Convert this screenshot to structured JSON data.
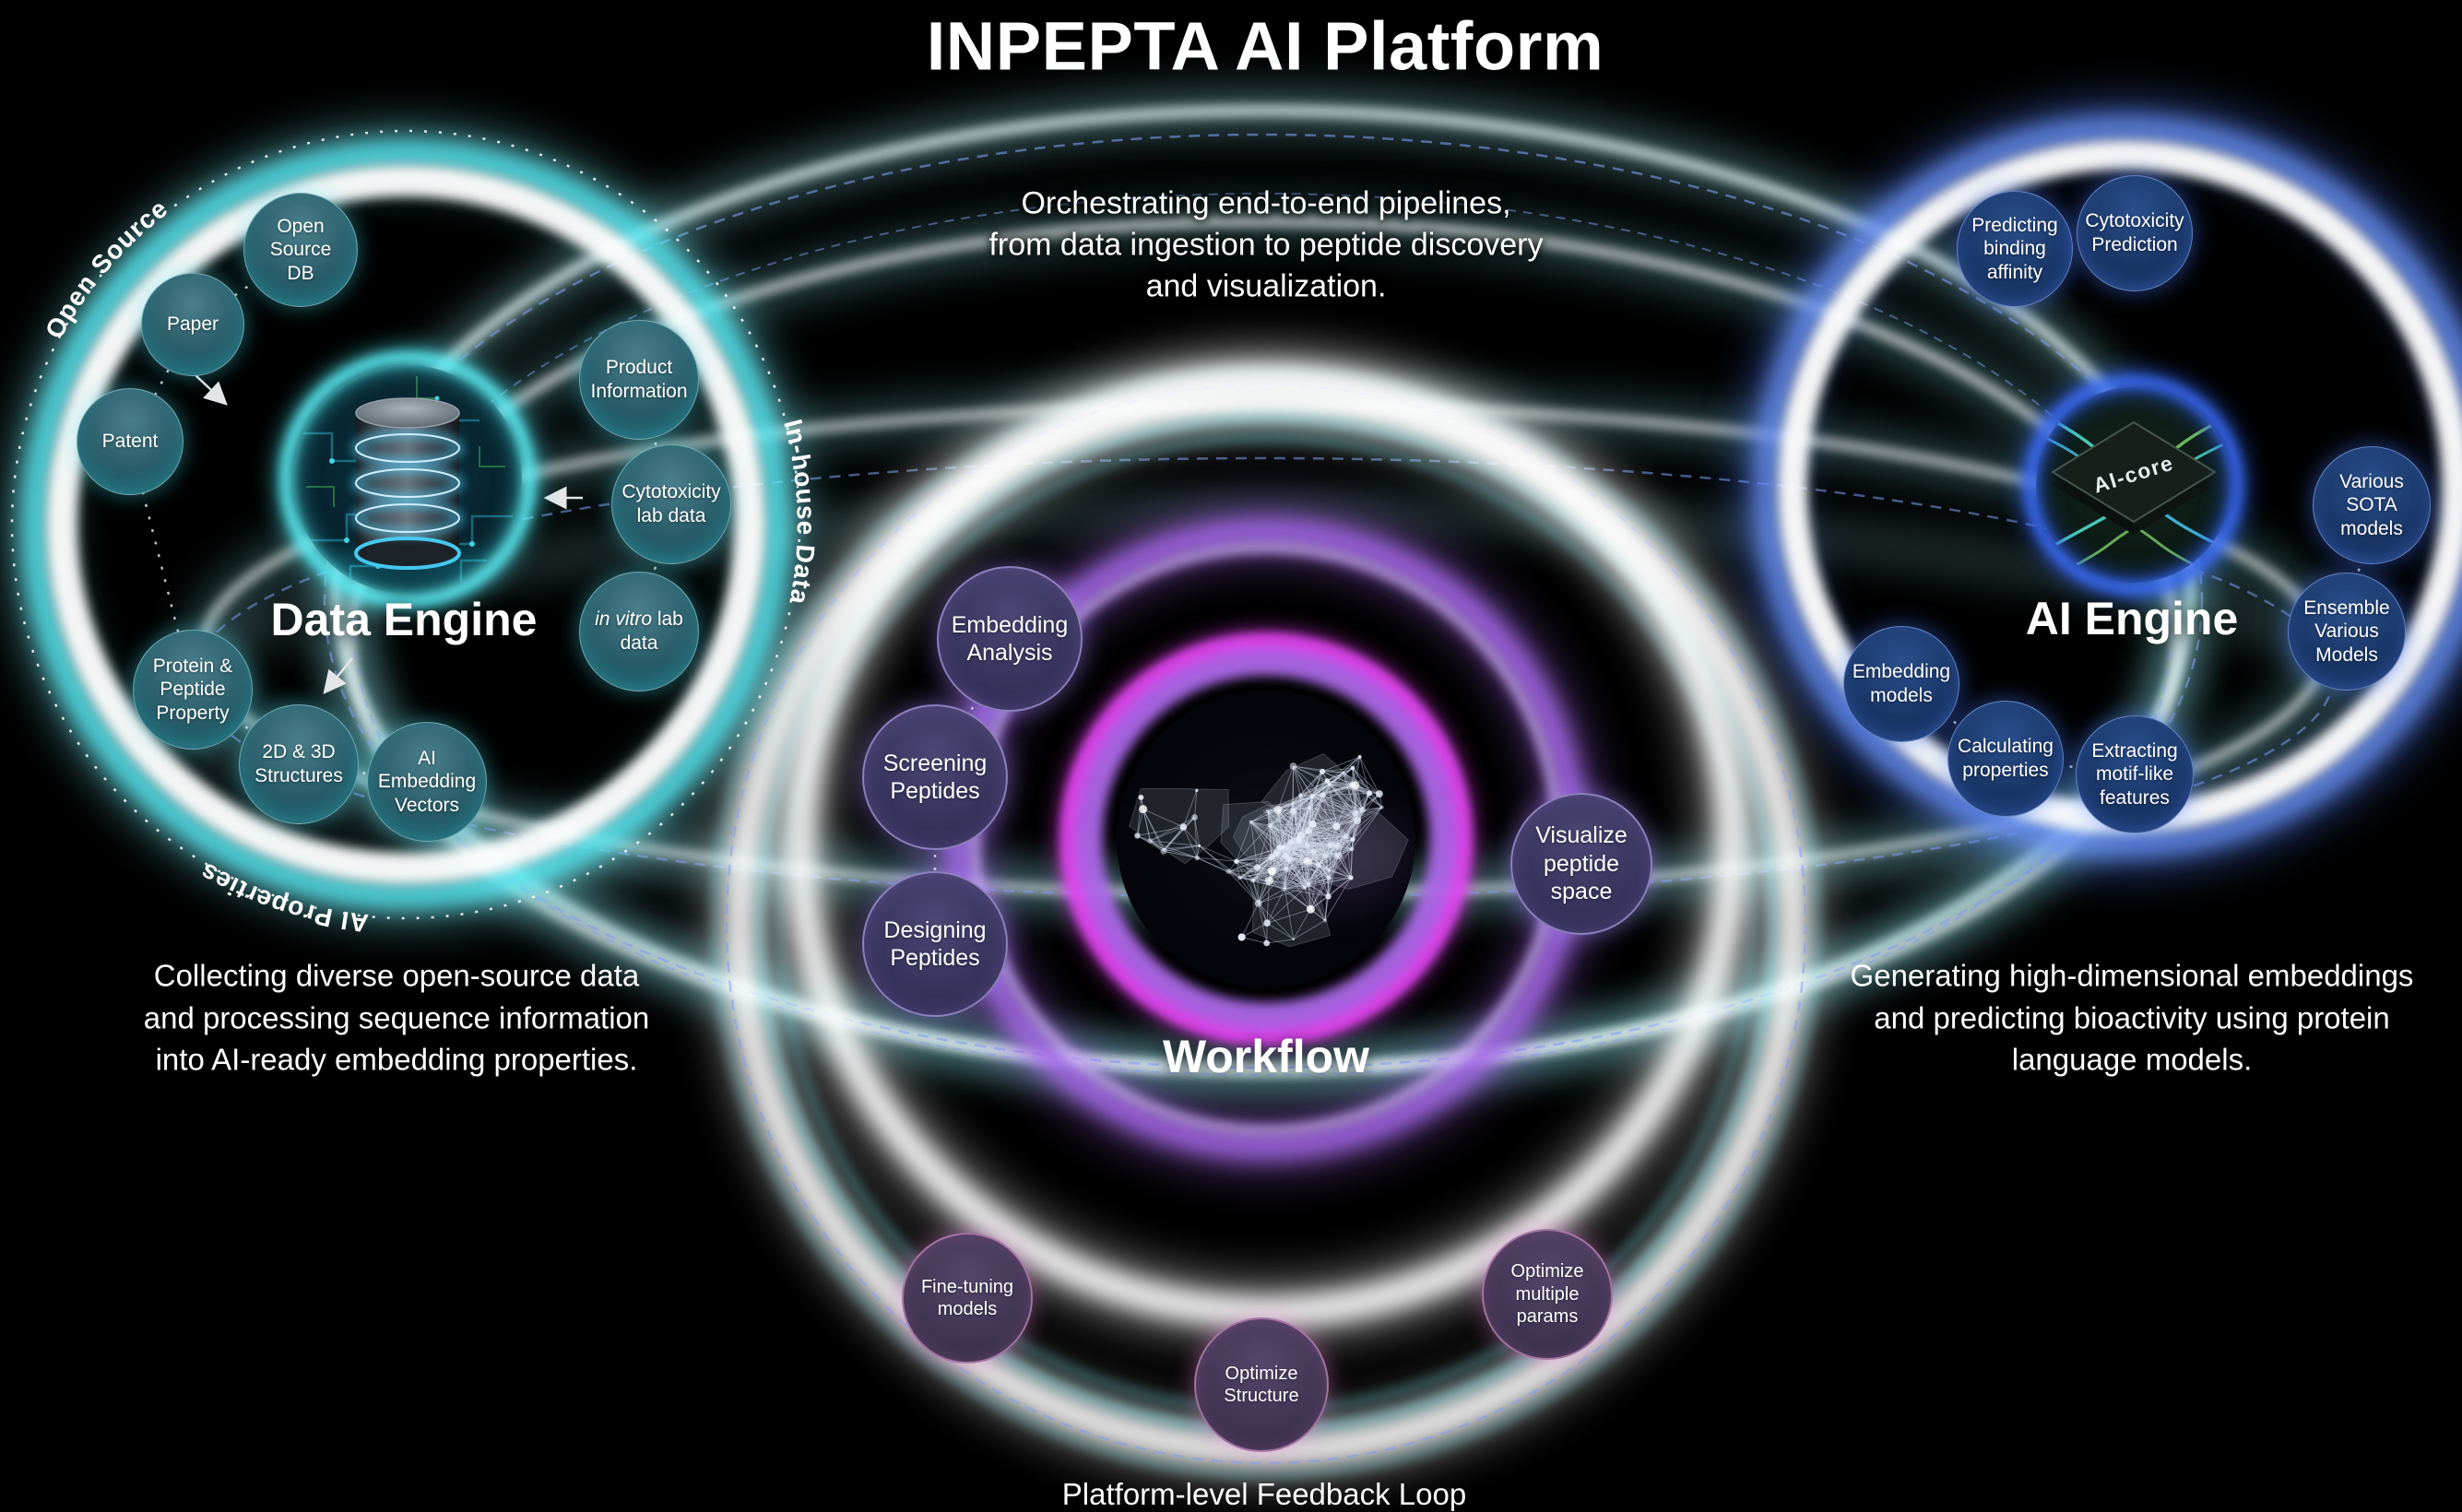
{
  "title": "INPEPTA AI Platform",
  "data_engine": {
    "label": "Data Engine",
    "accent_color": "#45e6f2",
    "ring_labels": {
      "top": "Open Source",
      "right": "In-house Data",
      "bottom": "AI Properties"
    },
    "nodes": [
      {
        "label": "Open Source DB"
      },
      {
        "label": "Paper"
      },
      {
        "label": "Patent"
      },
      {
        "label": "Protein & Peptide Property"
      },
      {
        "label": "2D & 3D Structures"
      },
      {
        "label": "AI Embedding Vectors"
      },
      {
        "label": "Product Information"
      },
      {
        "label": "Cytotoxicity lab data"
      },
      {
        "label": "in vitro lab data",
        "italic_prefix": "in vitro"
      }
    ],
    "description": "Collecting diverse open-source data\nand processing sequence information\ninto AI-ready embedding properties."
  },
  "workflow": {
    "label": "Workflow",
    "accent_color": "#c77bf5",
    "magenta_color": "#e93df2",
    "top_caption": "Orchestrating end-to-end pipelines,\nfrom data ingestion to peptide discovery\nand visualization.",
    "nodes": [
      {
        "label": "Embedding Analysis"
      },
      {
        "label": "Screening Peptides"
      },
      {
        "label": "Designing Peptides"
      },
      {
        "label": "Visualize peptide space"
      }
    ],
    "bottom_nodes": [
      {
        "label": "Fine-tuning models"
      },
      {
        "label": "Optimize Structure"
      },
      {
        "label": "Optimize multiple params"
      }
    ],
    "bottom_caption": "Platform-level Feedback Loop"
  },
  "ai_engine": {
    "label": "AI Engine",
    "accent_color": "#4a79ff",
    "chip_label": "AI-core",
    "nodes": [
      {
        "label": "Predicting binding affinity"
      },
      {
        "label": "Cytotoxicity Prediction"
      },
      {
        "label": "Various SOTA models"
      },
      {
        "label": "Ensemble Various Models"
      },
      {
        "label": "Embedding models"
      },
      {
        "label": "Calculating properties"
      },
      {
        "label": "Extracting motif-like features"
      }
    ],
    "description": "Generating high-dimensional embeddings\nand predicting bioactivity using protein\nlanguage models."
  }
}
